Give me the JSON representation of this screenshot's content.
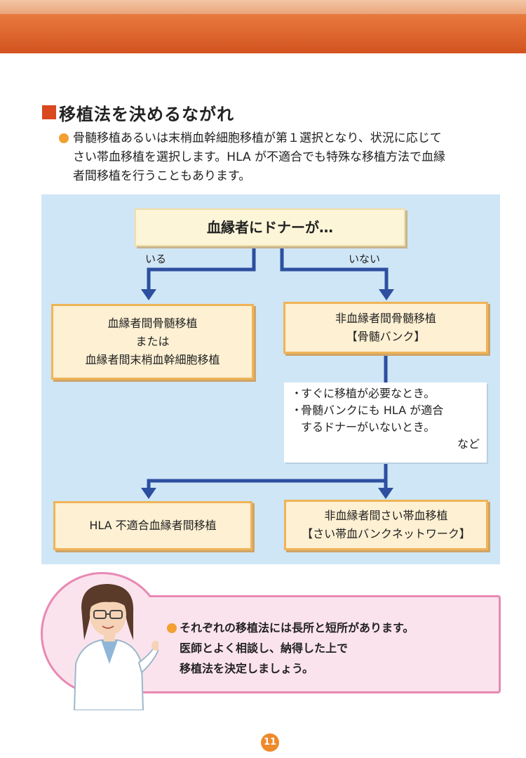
{
  "section": {
    "title": "移植法を決めるながれ"
  },
  "intro": {
    "text": "骨髄移植あるいは末梢血幹細胞移植が第１選択となり、状況に応じて\nさい帯血移植を選択します。HLA が不適合でも特殊な移植方法で血縁\n者間移植を行うこともあります。"
  },
  "flow": {
    "start": "血縁者にドナーが…",
    "branch_yes": "いる",
    "branch_no": "いない",
    "related_box": [
      "血縁者間骨髄移植",
      "または",
      "血縁者間末梢血幹細胞移植"
    ],
    "unrelated_box": [
      "非血縁者間骨髄移植",
      "【骨髄バンク】"
    ],
    "conditions": {
      "items": [
        "すぐに移植が必要なとき。",
        "骨髄バンクにも HLA が適合\nするドナーがいないとき。"
      ],
      "suffix": "など"
    },
    "hla_box": "HLA 不適合血縁者間移植",
    "cord_box": [
      "非血縁者間さい帯血移植",
      "【さい帯血バンクネットワーク】"
    ]
  },
  "advice": {
    "text": "それぞれの移植法には長所と短所があります。\n医師とよく相談し、納得した上で\n移植法を決定しましょう。"
  },
  "page_number": "11",
  "colors": {
    "header": "#d2531f",
    "panel": "#cfe6f6",
    "arrow": "#2d4fa0",
    "box_border": "#efb458",
    "bubble_border": "#e889b4"
  }
}
